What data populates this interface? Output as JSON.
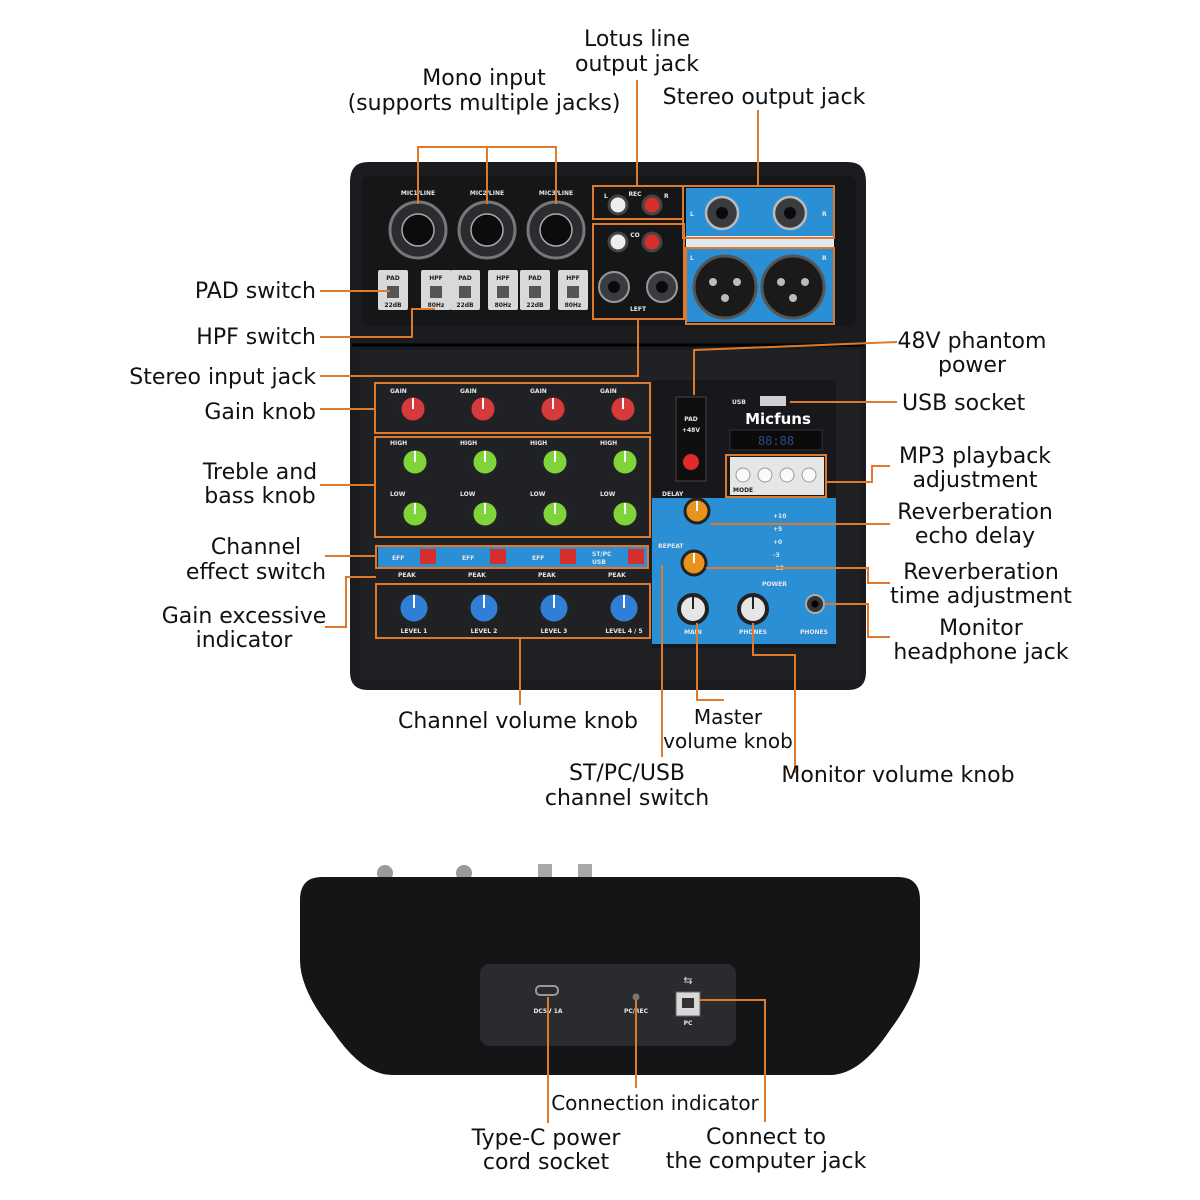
{
  "callouts": {
    "lotus": [
      "Lotus line",
      "output jack"
    ],
    "mono": [
      "Mono input",
      "(supports multiple jacks)"
    ],
    "stereo_out": [
      "Stereo output jack"
    ],
    "pad": [
      "PAD switch"
    ],
    "hpf": [
      "HPF switch"
    ],
    "stereo_in": [
      "Stereo input jack"
    ],
    "gain": [
      "Gain knob"
    ],
    "treble": [
      "Treble and",
      "bass knob"
    ],
    "effect": [
      "Channel",
      "effect switch"
    ],
    "excess": [
      "Gain excessive",
      "indicator"
    ],
    "phantom": [
      "48V phantom",
      "power"
    ],
    "usb": [
      "USB socket"
    ],
    "mp3": [
      "MP3 playback",
      "adjustment"
    ],
    "delay": [
      "Reverberation",
      "echo delay"
    ],
    "time": [
      "Reverberation",
      "time adjustment"
    ],
    "headphone": [
      "Monitor",
      "headphone jack"
    ],
    "chvol": [
      "Channel volume knob"
    ],
    "master": [
      "Master",
      "volume knob"
    ],
    "stpc": [
      "ST/PC/USB",
      "channel switch"
    ],
    "monvol": [
      "Monitor volume knob"
    ],
    "typec": [
      "Type-C power",
      "cord socket"
    ],
    "conn": [
      "Connection indicator"
    ],
    "pc": [
      "Connect to",
      "the computer jack"
    ]
  },
  "panel": {
    "brand": "Micfuns",
    "mic_labels": [
      "MIC1/LINE",
      "MIC2/LINE",
      "MIC3/LINE"
    ],
    "pad": "PAD",
    "pad_db": "22dB",
    "hpf": "HPF",
    "hpf_hz": "80Hz",
    "rec": "REC",
    "co": "CO",
    "left": "LEFT",
    "l": "L",
    "r": "R",
    "gain": "GAIN",
    "high": "HIGH",
    "low": "LOW",
    "eff": "EFF",
    "stpc": "ST/PC",
    "usb_small": "USB",
    "peak": "PEAK",
    "levels": [
      "LEVEL 1",
      "LEVEL 2",
      "LEVEL 3",
      "LEVEL 4 / 5"
    ],
    "phantom": [
      "PAD",
      "+48V"
    ],
    "usb": "USB",
    "mode": "MODE",
    "display": "88:88",
    "delay": "DELAY",
    "repeat": "REPEAT",
    "meter": [
      "+10",
      "+5",
      "+0",
      "-3",
      "-10"
    ],
    "power": "POWER",
    "main": "MAIN",
    "phones": "PHONES",
    "phones_jack": "PHONES",
    "dc": "DC5V 1A",
    "pcrec": "PC/REC",
    "pc": "PC"
  },
  "colors": {
    "leader": "#e07a2a",
    "panel": "#1b1c1f",
    "blue": "#2a8fd4",
    "red_knob": "#d63a3a",
    "green_knob": "#7fd43a",
    "blue_knob": "#2f7fd6"
  }
}
